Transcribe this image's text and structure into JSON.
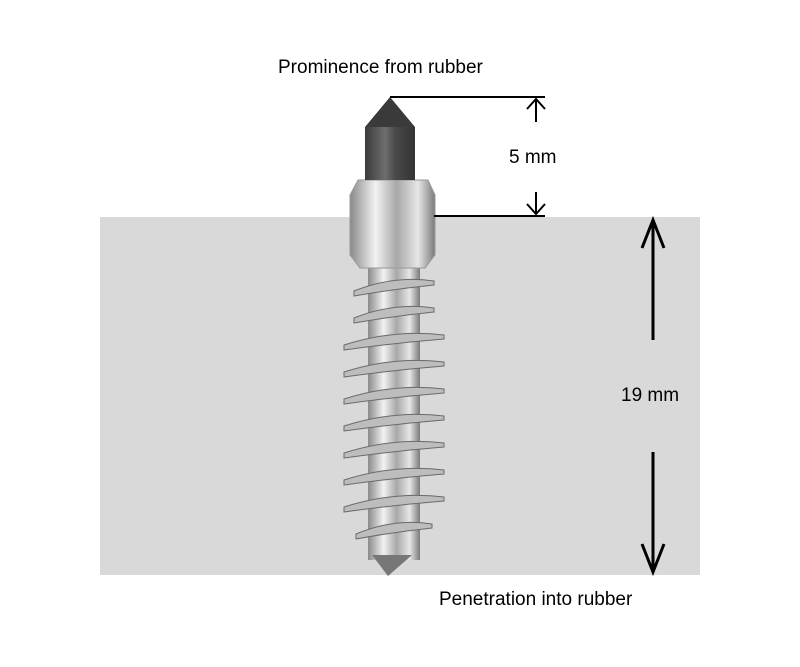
{
  "title": "Prominence from rubber",
  "prominence_value": "5 mm",
  "penetration_value": "19 mm",
  "bottom_label": "Penetration into rubber",
  "colors": {
    "rubber": "#d9d9d9",
    "line": "#000000",
    "pin": "#555555",
    "steel": "#c8c8c8"
  }
}
